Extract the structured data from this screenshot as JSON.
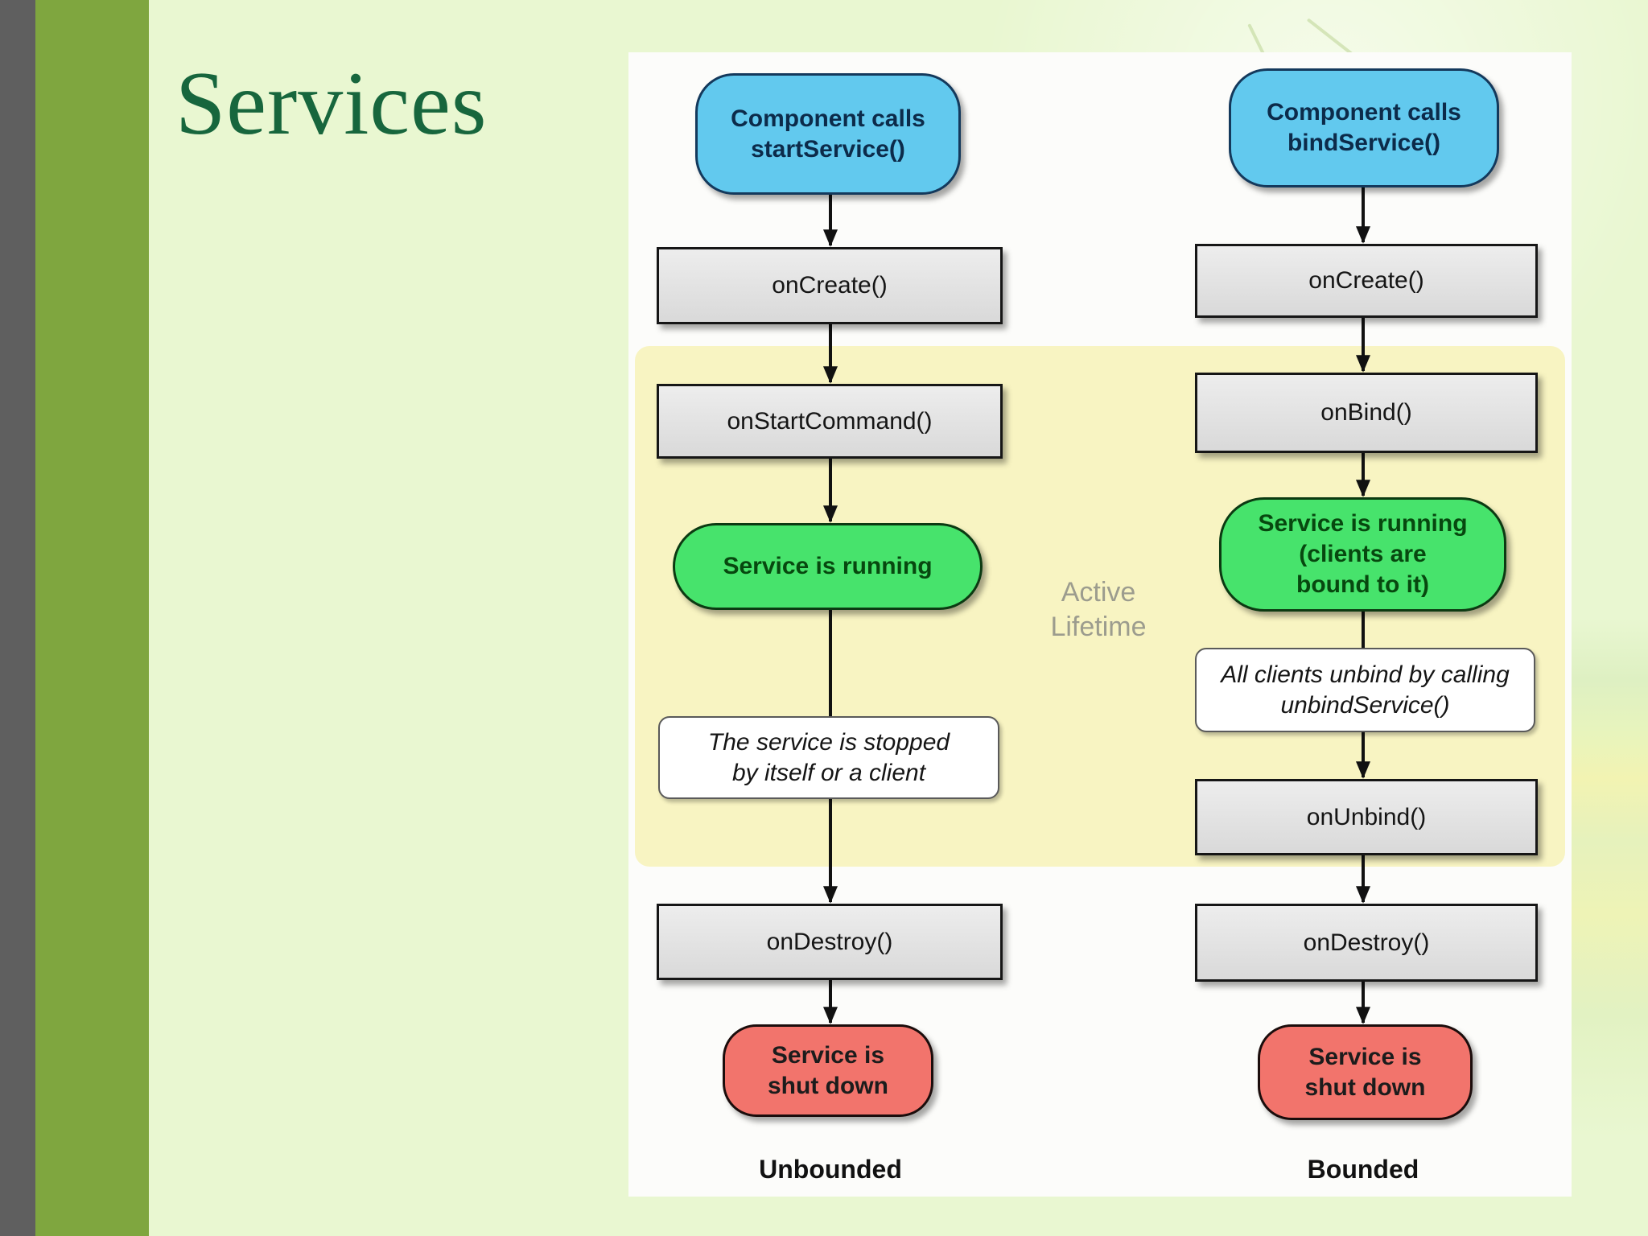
{
  "slide": {
    "title": "Services"
  },
  "diagram": {
    "active_lifetime": "Active\nLifetime",
    "left": {
      "start": "Component calls\nstartService()",
      "on_create": "onCreate()",
      "on_start_command": "onStartCommand()",
      "running": "Service is running",
      "note": "The service is stopped\nby itself or a client",
      "on_destroy": "onDestroy()",
      "shutdown": "Service is\nshut down",
      "caption": "Unbounded"
    },
    "right": {
      "start": "Component calls\nbindService()",
      "on_create": "onCreate()",
      "on_bind": "onBind()",
      "running": "Service is running\n(clients are\nbound to it)",
      "note": "All clients unbind by calling\nunbindService()",
      "on_unbind": "onUnbind()",
      "on_destroy": "onDestroy()",
      "shutdown": "Service is\nshut down",
      "caption": "Bounded"
    }
  },
  "colors": {
    "bg": "#e9f7d1",
    "stripe_gray": "#5f5f5f",
    "stripe_green": "#7fa63f",
    "title_green": "#17663d",
    "call_box": "#62c9ee",
    "running_box": "#47e36c",
    "shutdown_box": "#f2746c",
    "method_box": "#e2e2e2",
    "active_band": "#f8f4c2"
  }
}
